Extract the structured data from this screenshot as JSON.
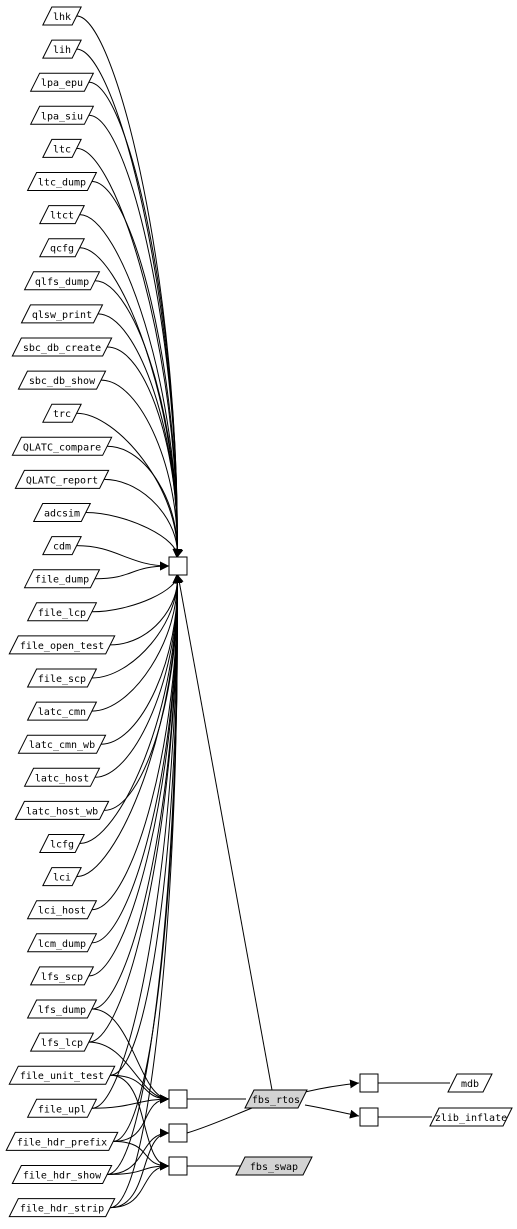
{
  "left_nodes": [
    "lhk",
    "lih",
    "lpa_epu",
    "lpa_siu",
    "ltc",
    "ltc_dump",
    "ltct",
    "qcfg",
    "qlfs_dump",
    "qlsw_print",
    "sbc_db_create",
    "sbc_db_show",
    "trc",
    "QLATC_compare",
    "QLATC_report",
    "adcsim",
    "cdm",
    "file_dump",
    "file_lcp",
    "file_open_test",
    "file_scp",
    "latc_cmn",
    "latc_cmn_wb",
    "latc_host",
    "latc_host_wb",
    "lcfg",
    "lci",
    "lci_host",
    "lcm_dump",
    "lfs_scp",
    "lfs_dump",
    "lfs_lcp",
    "file_unit_test",
    "file_upl",
    "file_hdr_prefix",
    "file_hdr_show",
    "file_hdr_strip"
  ],
  "right_nodes": {
    "fbs_rtos": "fbs_rtos",
    "fbs_swap": "fbs_swap",
    "mdb": "mdb",
    "zlib_inflate": "zlib_inflate"
  },
  "colors": {
    "stroke": "#000000",
    "node_fill": "#ffffff",
    "highlight_fill": "#d3d3d3"
  }
}
